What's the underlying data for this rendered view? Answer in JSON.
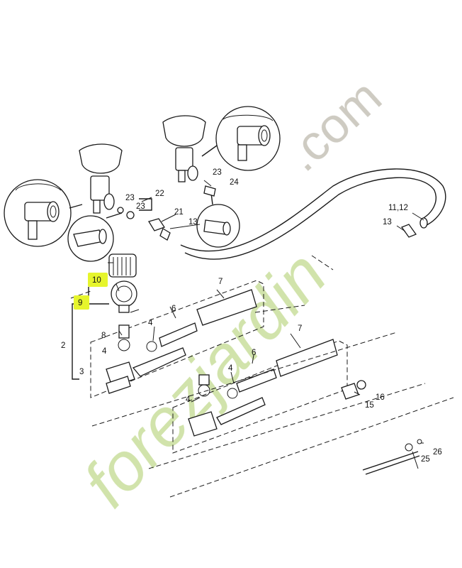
{
  "labels": {
    "p1112": "11,12",
    "p13a": "13",
    "p13b": "13",
    "p21": "21",
    "p22": "22",
    "p23a": "23",
    "p23b": "23",
    "p23c": "23",
    "p24": "24",
    "p10": "10",
    "p9": "9",
    "p2": "2",
    "p3": "3",
    "p4a": "4",
    "p4b": "4",
    "p4c": "4",
    "p4d": "4",
    "p6a": "6",
    "p6b": "6",
    "p7a": "7",
    "p7b": "7",
    "p8": "8",
    "p15": "15",
    "p16": "16",
    "p25": "25",
    "p26": "26"
  },
  "watermark": {
    "domain_text": ".com",
    "brand_text": "forezjardin",
    "colors": {
      "green": "#c9de9c",
      "gray": "#c6c2b8",
      "orange": "#f2b84a"
    }
  },
  "highlight_color": "#e6f52c"
}
